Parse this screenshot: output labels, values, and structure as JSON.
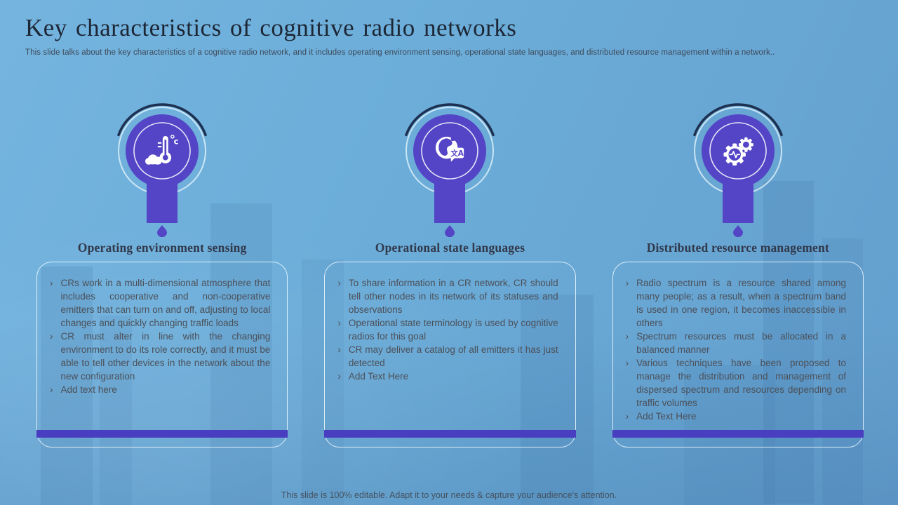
{
  "slide": {
    "title": "Key characteristics of cognitive radio networks",
    "subtitle": "This slide talks about the key characteristics of a cognitive radio network, and it includes operating environment sensing, operational state languages, and distributed resource management within a network..",
    "footer": "This slide is 100% editable. Adapt it to your needs & capture your audience's attention."
  },
  "bullet_char": "›",
  "colors": {
    "background_blue": "#6cadd9",
    "accent_purple": "#5444c6",
    "bar_purple": "#4a3ec0",
    "arc_navy": "#1d3050",
    "ring_white": "#e8f8fc",
    "title_text": "#1d2634",
    "heading_text": "#31384a",
    "body_text": "#4c5058"
  },
  "columns": [
    {
      "icon": "thermometer-cloud-icon",
      "heading": "Operating environment sensing",
      "bullets": [
        "CRs work in a multi-dimensional atmosphere that includes cooperative and non-cooperative emitters that can turn on and off, adjusting to local changes and quickly changing traffic loads",
        "CR must alter in line with the changing environment to do its role correctly, and it must be able to tell other devices in the network about the new configuration",
        "Add text here"
      ]
    },
    {
      "icon": "globe-translate-icon",
      "heading": "Operational state languages",
      "bullets": [
        "To share information in a CR network, CR should tell other nodes in its network of its statuses and observations",
        "Operational state terminology is used by cognitive radios for this goal",
        "CR may deliver a catalog of all emitters it has just detected",
        "Add Text Here"
      ]
    },
    {
      "icon": "gears-signal-icon",
      "heading": "Distributed resource management",
      "bullets": [
        "Radio spectrum is a resource shared among many people; as a result, when a spectrum band is used in one region, it becomes inaccessible in others",
        "Spectrum resources must be allocated in a balanced manner",
        "Various techniques have been proposed to manage the distribution and management of dispersed spectrum and resources depending on traffic volumes",
        "Add Text Here"
      ]
    }
  ]
}
